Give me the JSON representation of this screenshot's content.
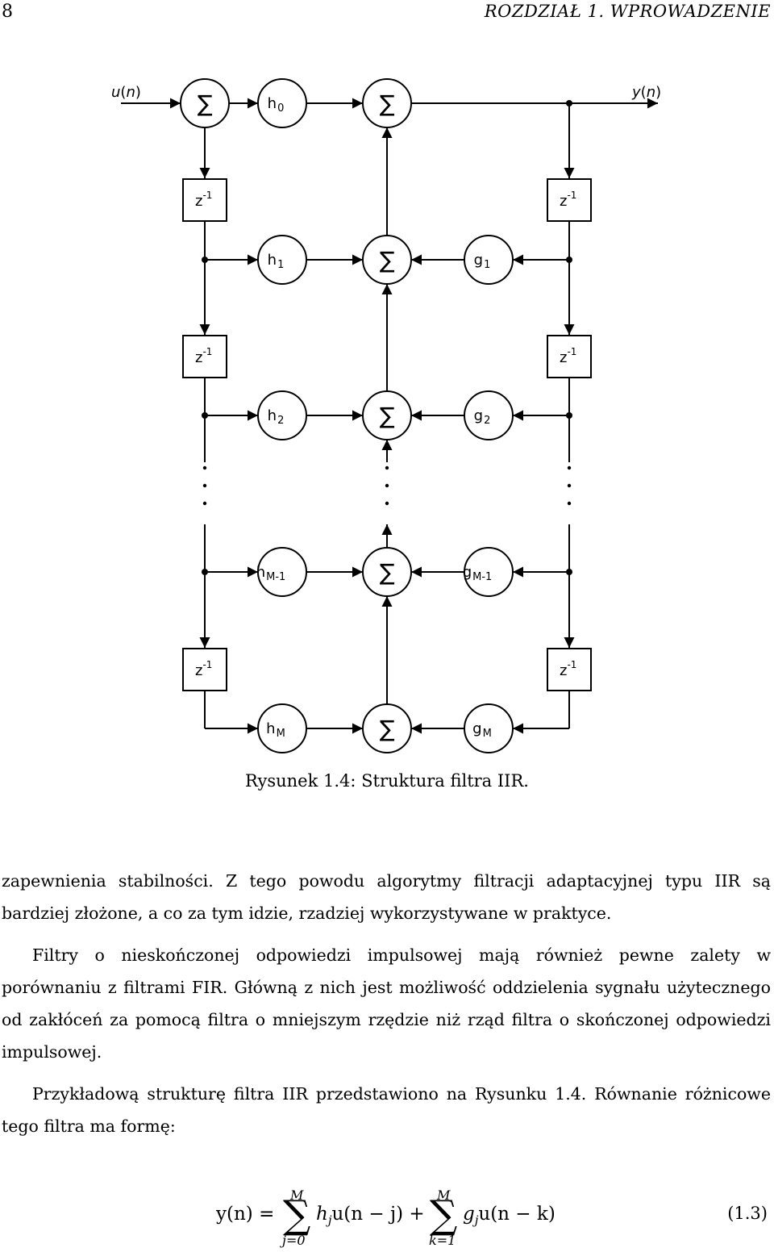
{
  "header": {
    "page_number": "8",
    "running_head": "ROZDZIAŁ 1.  WPROWADZENIE"
  },
  "diagram": {
    "input_label": "u(n)",
    "output_label": "y(n)",
    "sum_symbol": "∑",
    "delay_label": "z",
    "delay_exponent": "-1",
    "dots": "·\n·\n·",
    "forward_coefficients": [
      {
        "base": "h",
        "sub": "0"
      },
      {
        "base": "h",
        "sub": "1"
      },
      {
        "base": "h",
        "sub": "2"
      },
      {
        "base": "h",
        "sub": "M-1"
      },
      {
        "base": "h",
        "sub": "M"
      }
    ],
    "feedback_coefficients": [
      {
        "base": "g",
        "sub": "1"
      },
      {
        "base": "g",
        "sub": "2"
      },
      {
        "base": "g",
        "sub": "M-1"
      },
      {
        "base": "g",
        "sub": "M"
      }
    ]
  },
  "caption": "Rysunek 1.4: Struktura filtra IIR.",
  "paragraphs": [
    "zapewnienia stabilności. Z tego powodu algorytmy filtracji adaptacyjnej typu IIR są bardziej złożone, a co za tym idzie, rzadziej wykorzystywane w praktyce.",
    "Filtry o nieskończonej odpowiedzi impulsowej mają również pewne zalety w porównaniu z filtrami FIR. Główną z nich jest możliwość oddzielenia sygnału użytecznego od zakłóceń za pomocą filtra o mniejszym rzędzie niż rząd filtra o skończonej odpowiedzi impulsowej.",
    "Przykładową strukturę filtra IIR przedstawiono na Rysunku 1.4. Równanie różnicowe tego filtra ma formę:"
  ],
  "equation": {
    "lhs": "y(n) =",
    "sum_symbol": "∑",
    "sum1_upper": "M",
    "sum1_lower": "j=0",
    "term1": "h_j u(n − j) +",
    "sum2_upper": "M",
    "sum2_lower": "k=1",
    "term2": "g_j u(n − k)",
    "number": "(1.3)"
  }
}
